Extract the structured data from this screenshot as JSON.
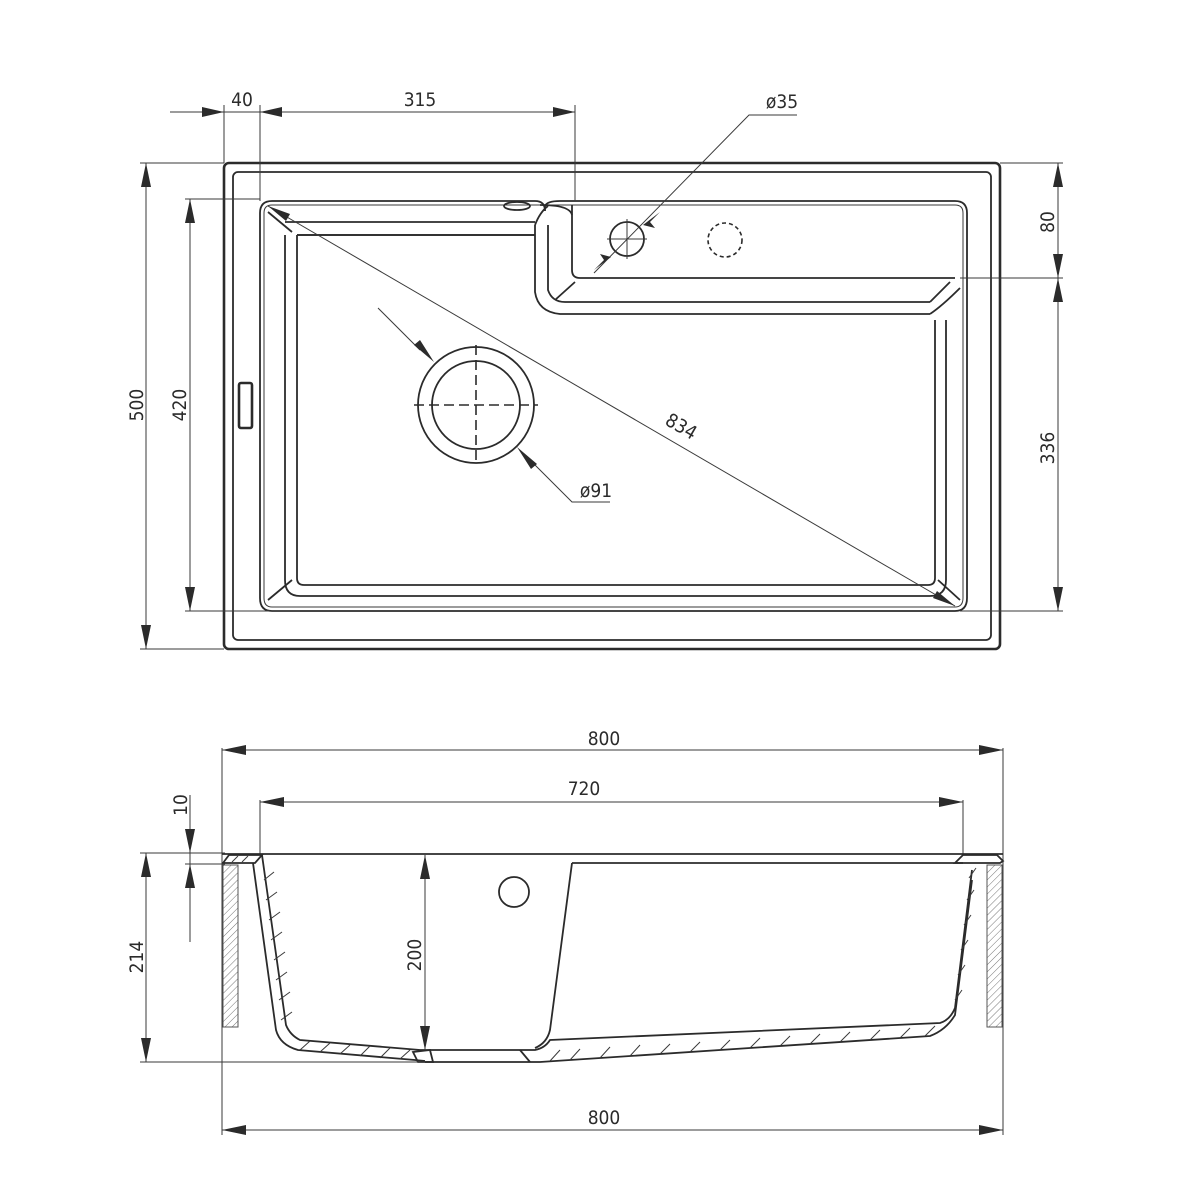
{
  "drawing": {
    "subject": "Kitchen sink technical drawing",
    "stroke_color": "#2b2b2b",
    "background": "#ffffff"
  },
  "top_view": {
    "dimensions": {
      "left_offset": "40",
      "tap_hole_position": "315",
      "tap_hole_diameter": "ø35",
      "overall_depth": "500",
      "bowl_depth": "420",
      "ledge_depth": "80",
      "bowl_main_depth": "336",
      "diagonal": "834",
      "drain_diameter": "ø91"
    }
  },
  "side_view": {
    "dimensions": {
      "overall_width_top": "800",
      "bowl_width": "720",
      "rim_thickness": "10",
      "overall_height": "214",
      "bowl_depth": "200",
      "overall_width_bottom": "800"
    }
  }
}
